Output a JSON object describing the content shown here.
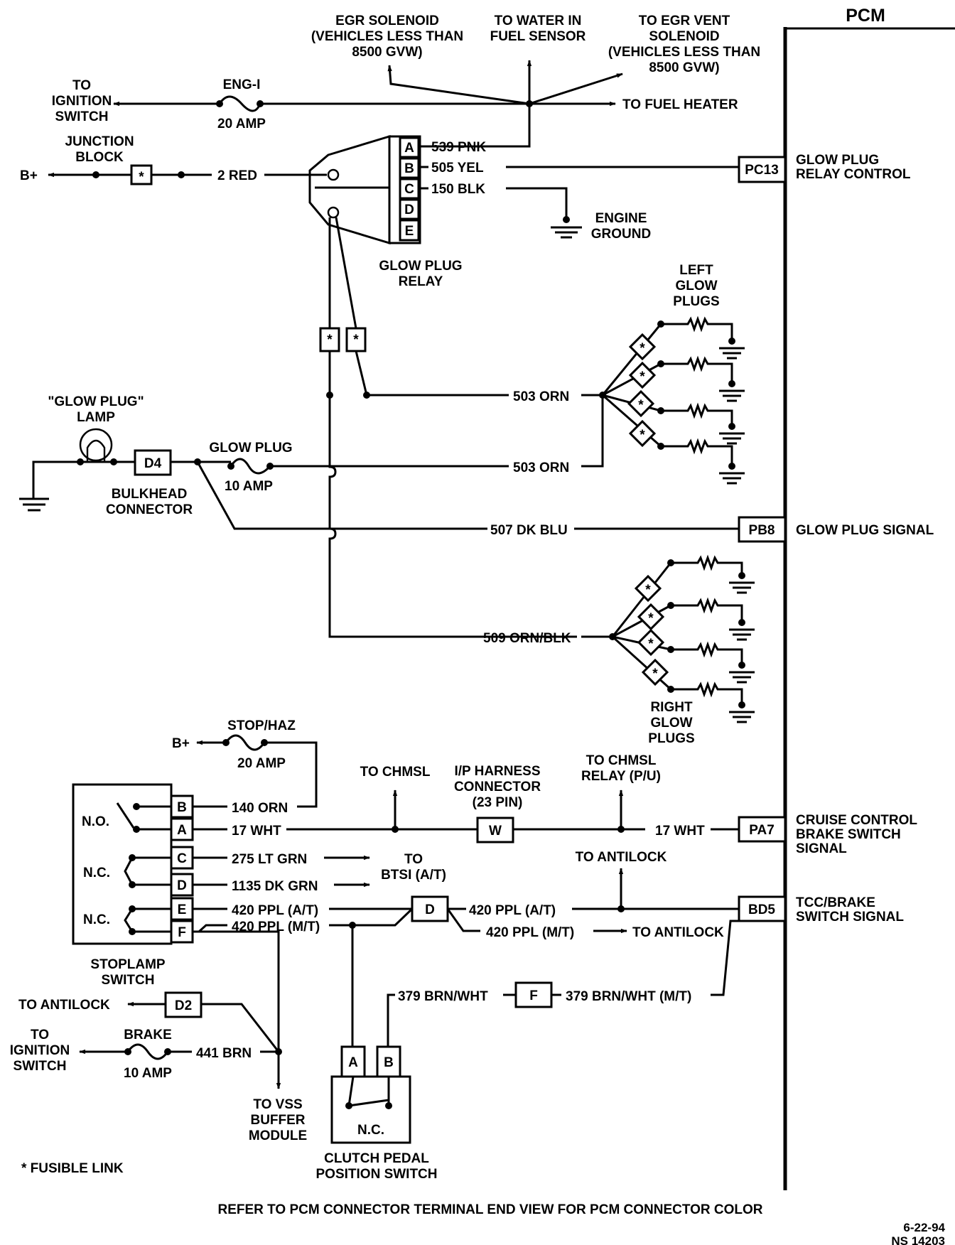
{
  "pcm": {
    "title": "PCM"
  },
  "top": {
    "egr_solenoid": [
      "EGR SOLENOID",
      "(VEHICLES LESS THAN",
      "8500 GVW)"
    ],
    "water_in_fuel": [
      "TO WATER IN",
      "FUEL SENSOR"
    ],
    "egr_vent": [
      "TO EGR VENT",
      "SOLENOID",
      "(VEHICLES LESS THAN",
      "8500 GVW)"
    ],
    "to_ignition_switch": [
      "TO",
      "IGNITION",
      "SWITCH"
    ],
    "eng_fuse_name": "ENG-I",
    "eng_fuse_rating": "20 AMP",
    "to_fuel_heater": "TO FUEL HEATER",
    "junction_block": [
      "JUNCTION",
      "BLOCK"
    ],
    "b_plus": "B+",
    "fusible_star": "*",
    "wire_2_red": "2 RED"
  },
  "relay": {
    "title": [
      "GLOW PLUG",
      "RELAY"
    ],
    "pins": [
      "A",
      "B",
      "C",
      "D",
      "E"
    ],
    "wire_539": "539 PNK",
    "wire_505": "505 YEL",
    "wire_150": "150 BLK",
    "engine_ground": [
      "ENGINE",
      "GROUND"
    ],
    "pcm_terminal": "PC13",
    "pcm_label": [
      "GLOW PLUG",
      "RELAY CONTROL"
    ]
  },
  "glow_plugs": {
    "left_label": [
      "LEFT",
      "GLOW",
      "PLUGS"
    ],
    "right_label": [
      "RIGHT",
      "GLOW",
      "PLUGS"
    ],
    "wire_503_a": "503 ORN",
    "wire_503_b": "503 ORN",
    "wire_509": "509 ORN/BLK",
    "wire_507": "507 DK BLU",
    "lamp_label": [
      "\"GLOW PLUG\"",
      "LAMP"
    ],
    "bulkhead_pin": "D4",
    "bulkhead_label": [
      "BULKHEAD",
      "CONNECTOR"
    ],
    "fuse_name": "GLOW PLUG",
    "fuse_rating": "10 AMP",
    "pcm_terminal": "PB8",
    "pcm_label": "GLOW PLUG SIGNAL"
  },
  "brake": {
    "b_plus": "B+",
    "fuse_name": "STOP/HAZ",
    "fuse_rating": "20 AMP",
    "switch_pins": [
      "B",
      "A",
      "C",
      "D",
      "E",
      "F"
    ],
    "no_label": "N.O.",
    "nc_label_1": "N.C.",
    "nc_label_2": "N.C.",
    "switch_title": [
      "STOPLAMP",
      "SWITCH"
    ],
    "wire_140": "140 ORN",
    "wire_17": "17 WHT",
    "wire_17b": "17 WHT",
    "wire_275": "275 LT GRN",
    "wire_1135": "1135 DK GRN",
    "wire_420_at": "420 PPL (A/T)",
    "wire_420_mt": "420 PPL (M/T)",
    "wire_420_at_r": "420 PPL (A/T)",
    "wire_420_mt_r": "420 PPL (M/T)",
    "to_antilock_r": "TO ANTILOCK",
    "to_btsi": [
      "TO",
      "BTSI (A/T)"
    ],
    "to_chmsl": "TO CHMSL",
    "ip_harness": [
      "I/P HARNESS",
      "CONNECTOR",
      "(23 PIN)"
    ],
    "ip_pin": "W",
    "to_chmsl_relay": [
      "TO CHMSL",
      "RELAY (P/U)"
    ],
    "to_antilock_up": "TO ANTILOCK",
    "pcm_pa7": "PA7",
    "pa7_label": [
      "CRUISE CONTROL",
      "BRAKE SWITCH",
      "SIGNAL"
    ],
    "pcm_bd5": "BD5",
    "bd5_label": [
      "TCC/BRAKE",
      "SWITCH SIGNAL"
    ],
    "d_pin": "D",
    "f_pin": "F",
    "wire_379_l": "379 BRN/WHT",
    "wire_379_r": "379 BRN/WHT (M/T)",
    "to_antilock_l": "TO ANTILOCK",
    "d2_pin": "D2",
    "to_ignition_switch": [
      "TO",
      "IGNITION",
      "SWITCH"
    ],
    "brake_fuse_name": "BRAKE",
    "brake_fuse_rating": "10 AMP",
    "wire_441": "441 BRN",
    "to_vss": [
      "TO VSS",
      "BUFFER",
      "MODULE"
    ],
    "clutch_pins": [
      "A",
      "B"
    ],
    "clutch_nc": "N.C.",
    "clutch_title": [
      "CLUTCH PEDAL",
      "POSITION SWITCH"
    ]
  },
  "footer": {
    "fusible_link": "* FUSIBLE LINK",
    "refer_note": "REFER TO PCM CONNECTOR TERMINAL END VIEW FOR PCM CONNECTOR COLOR",
    "date": "6-22-94",
    "doc_number": "NS 14203"
  }
}
